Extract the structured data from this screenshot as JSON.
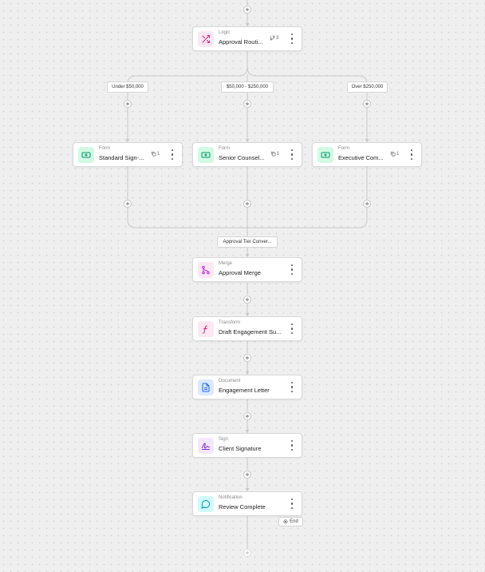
{
  "nodes": {
    "logic": {
      "type": "Logic",
      "name": "Approval Routi...",
      "branch_count": "3"
    },
    "form_standard": {
      "type": "Form",
      "name": "Standard Sign-...",
      "count": "1"
    },
    "form_senior": {
      "type": "Form",
      "name": "Senior Counsel...",
      "count": "1"
    },
    "form_executive": {
      "type": "Form",
      "name": "Executive Com...",
      "count": "1"
    },
    "merge": {
      "type": "Merge",
      "name": "Approval Merge"
    },
    "transform": {
      "type": "Transform",
      "name": "Draft Engagement Su..."
    },
    "document": {
      "type": "Document",
      "name": "Engagement Letter"
    },
    "sign": {
      "type": "Sign",
      "name": "Client Signature"
    },
    "notification": {
      "type": "Notification",
      "name": "Review Complete"
    }
  },
  "branches": {
    "under": "Under $50,000",
    "mid": "$50,000 - $250,000",
    "over": "Over $250,000"
  },
  "converge_label": "Approval Tier Conver...",
  "end_label": "End",
  "colors": {
    "logic_bg": "#fce7f3",
    "logic_fg": "#db2777",
    "form_bg": "#d1fae5",
    "form_fg": "#059669",
    "merge_bg": "#fce7f3",
    "merge_fg": "#c026d3",
    "document_bg": "#dbeafe",
    "document_fg": "#2563eb",
    "sign_bg": "#f3e8ff",
    "sign_fg": "#7e22ce",
    "notification_bg": "#cffafe",
    "notification_fg": "#0891b2"
  }
}
